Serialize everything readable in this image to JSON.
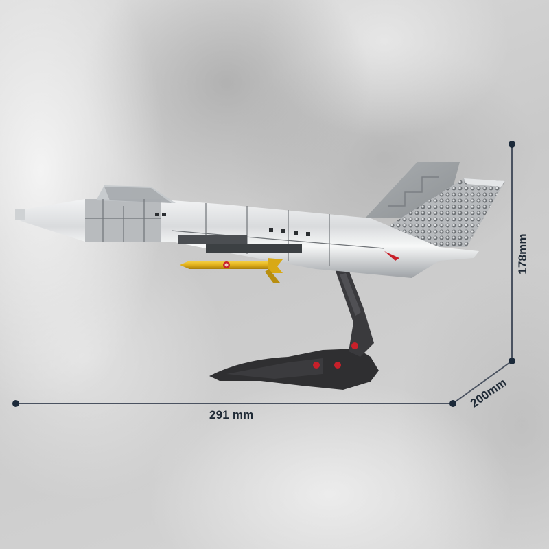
{
  "product": {
    "subject": "Brick-built fighter jet model on display stand",
    "missile_color": "#e8b81e",
    "stand_color": "#2f2f31",
    "body_color": "#c9cbcd",
    "accent_red": "#c8202a"
  },
  "dimensions": {
    "width": {
      "label": "291 mm",
      "value": 291,
      "unit": "mm"
    },
    "height": {
      "label": "178mm",
      "value": 178,
      "unit": "mm"
    },
    "depth": {
      "label": "200mm",
      "value": 200,
      "unit": "mm"
    },
    "line_color": "#4a5260",
    "dot_color": "#1c2a3a"
  }
}
